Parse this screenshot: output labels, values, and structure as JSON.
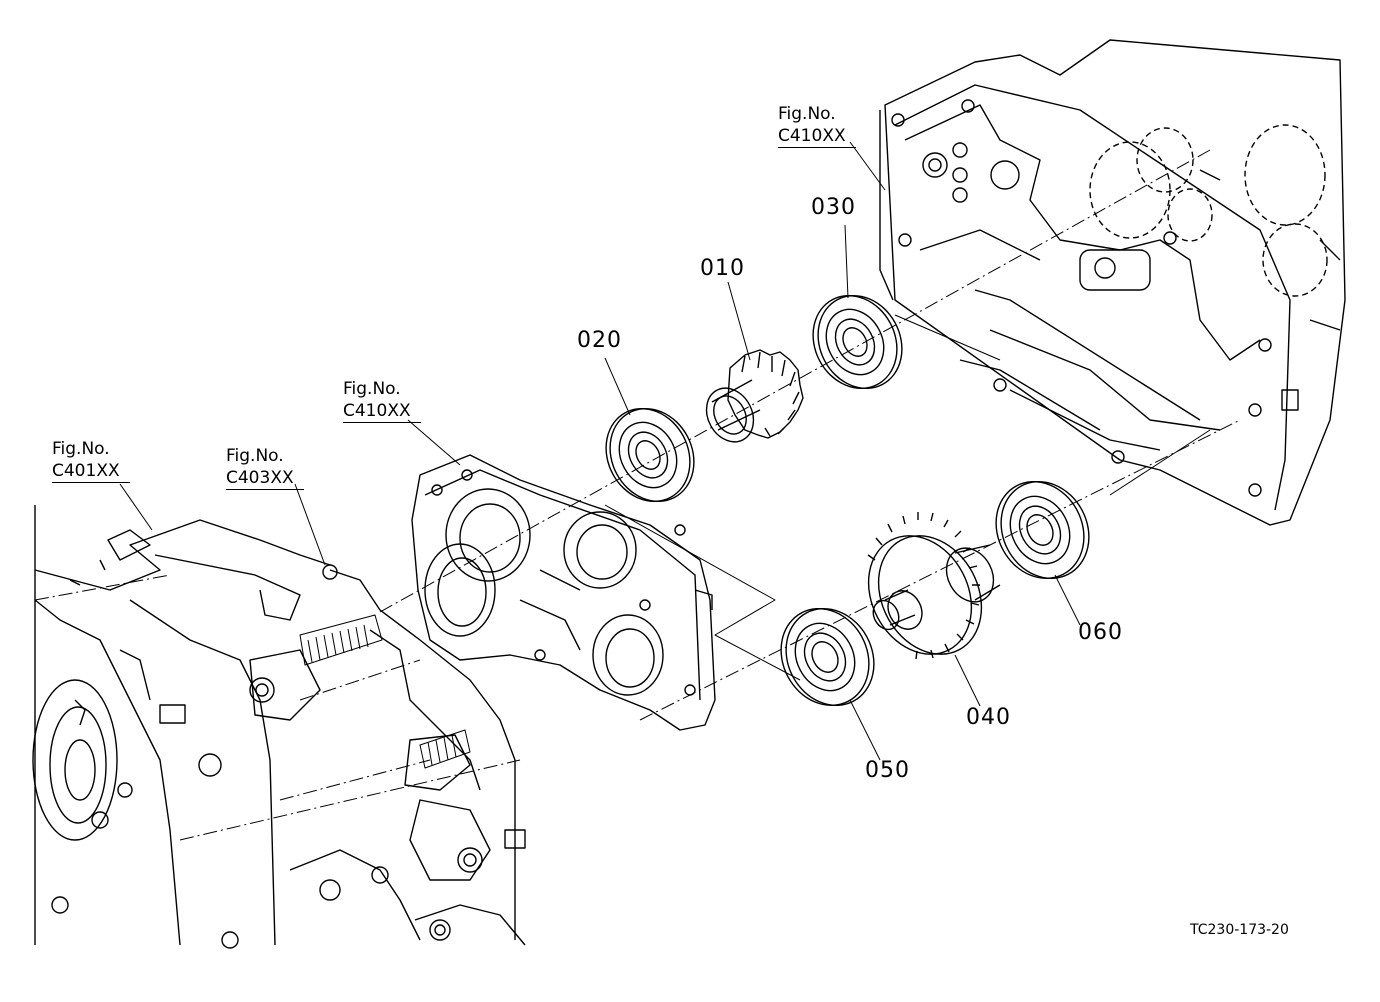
{
  "figure_refs": [
    {
      "line1": "Fig.No.",
      "line2": "C401XX"
    },
    {
      "line1": "Fig.No.",
      "line2": "C403XX"
    },
    {
      "line1": "Fig.No.",
      "line2": "C410XX"
    },
    {
      "line1": "Fig.No.",
      "line2": "C410XX"
    }
  ],
  "parts": {
    "p010": "010",
    "p020": "020",
    "p030": "030",
    "p040": "040",
    "p050": "050",
    "p060": "060"
  },
  "drawing_code": "TC230-173-20"
}
